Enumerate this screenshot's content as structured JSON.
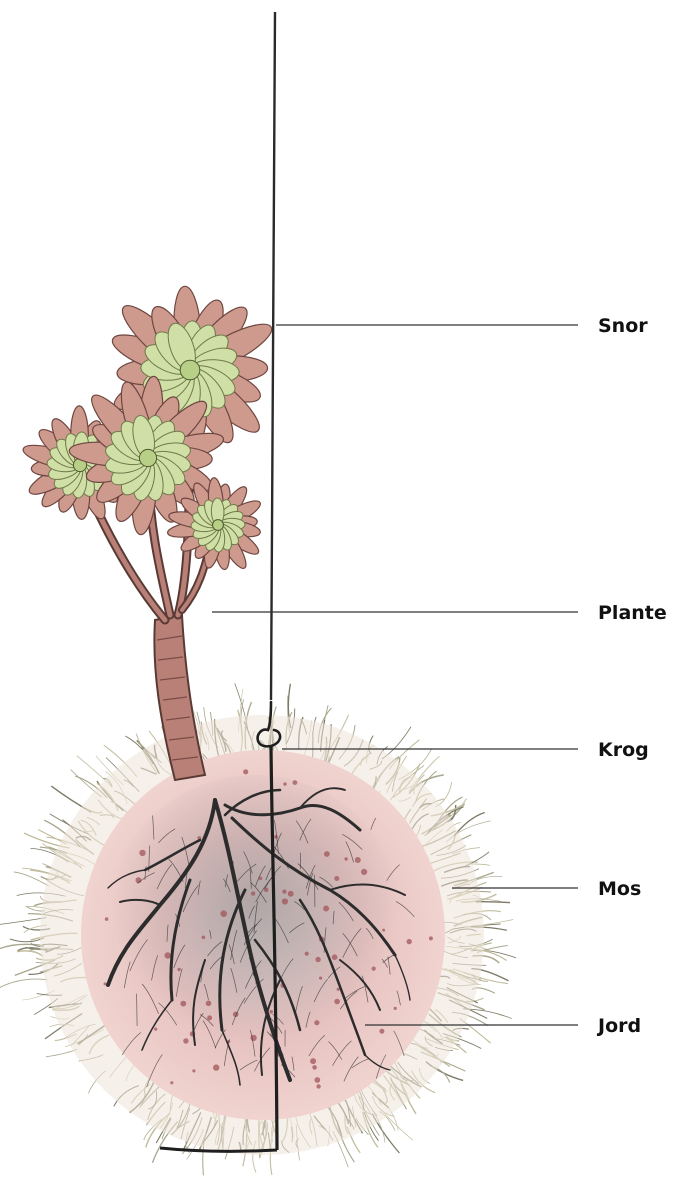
{
  "labels": {
    "snor": "Snor",
    "plante": "Plante",
    "krog": "Krog",
    "mos": "Mos",
    "jord": "Jord"
  },
  "colors": {
    "line": "#222222",
    "moss_fiber": "#b9b59a",
    "soil": "#e7c3c0",
    "soil_dark": "#a0555a",
    "root": "#2c2c2c",
    "leaf_green": "#c9dca0",
    "leaf_pink": "#c98f87",
    "stem": "#b98077"
  }
}
